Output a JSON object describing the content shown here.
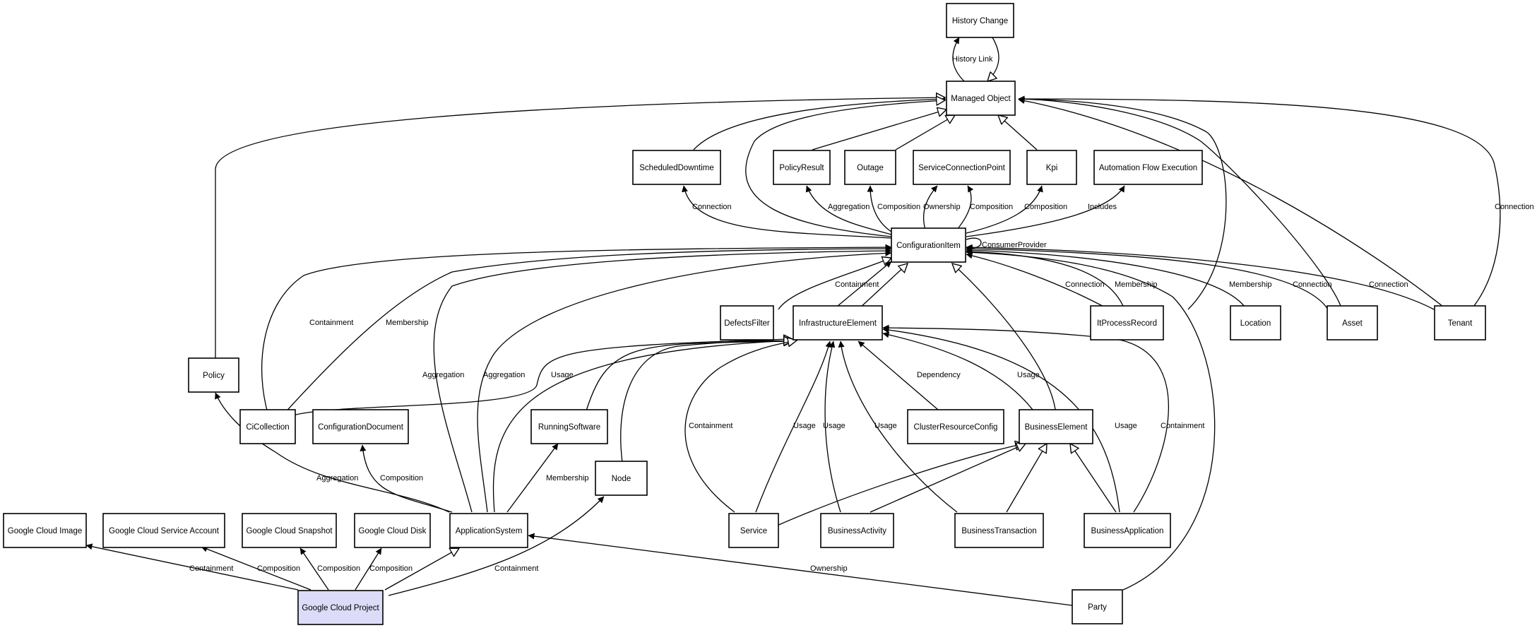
{
  "colors": {
    "node_fill": "#ffffff",
    "highlight_fill": "#dcdcf8",
    "stroke": "#000000"
  },
  "nodes": {
    "history_change": "History Change",
    "managed_object": "Managed Object",
    "scheduled_downtime": "ScheduledDowntime",
    "policy_result": "PolicyResult",
    "outage": "Outage",
    "service_connection_point": "ServiceConnectionPoint",
    "kpi": "Kpi",
    "automation_flow_execution": "Automation Flow Execution",
    "configuration_item": "ConfigurationItem",
    "defects_filter": "DefectsFilter",
    "infrastructure_element": "InfrastructureElement",
    "it_process_record": "ItProcessRecord",
    "location": "Location",
    "asset": "Asset",
    "tenant": "Tenant",
    "policy": "Policy",
    "ci_collection": "CiCollection",
    "configuration_document": "ConfigurationDocument",
    "running_software": "RunningSoftware",
    "cluster_resource_config": "ClusterResourceConfig",
    "business_element": "BusinessElement",
    "node": "Node",
    "google_cloud_image": "Google Cloud Image",
    "google_cloud_service_account": "Google Cloud Service Account",
    "google_cloud_snapshot": "Google Cloud Snapshot",
    "google_cloud_disk": "Google Cloud Disk",
    "application_system": "ApplicationSystem",
    "service": "Service",
    "business_activity": "BusinessActivity",
    "business_transaction": "BusinessTransaction",
    "business_application": "BusinessApplication",
    "google_cloud_project": "Google Cloud Project",
    "party": "Party"
  },
  "edge_labels": {
    "history_link": "History Link",
    "ci_scheduled_downtime": "Connection",
    "ci_policy_result": "Aggregation",
    "ci_outage": "Composition",
    "ci_scp_ownership": "Ownership",
    "ci_scp_composition": "Composition",
    "ci_kpi": "Composition",
    "ci_automation_flow": "Includes",
    "ci_consumer_provider": "ConsumerProvider",
    "tenant_managed_object": "Connection",
    "infra_ci_containment": "Containment",
    "ci_collection_containment": "Containment",
    "ci_collection_membership": "Membership",
    "it_process_connection": "Connection",
    "it_process_membership": "Membership",
    "location_membership": "Membership",
    "asset_connection": "Connection",
    "tenant_connection": "Connection",
    "app_ci_aggregation_1": "Aggregation",
    "app_ci_aggregation_2": "Aggregation",
    "ci_collection_usage": "Usage",
    "cluster_dependency": "Dependency",
    "business_element_usage": "Usage",
    "service_containment": "Containment",
    "service_usage": "Usage",
    "business_activity_usage": "Usage",
    "business_transaction_usage": "Usage",
    "business_application_usage": "Usage",
    "business_application_containment": "Containment",
    "app_policy_aggregation": "Aggregation",
    "app_config_doc_composition": "Composition",
    "app_running_software_membership": "Membership",
    "gcp_image_containment": "Containment",
    "gcp_service_account_composition": "Composition",
    "gcp_snapshot_composition": "Composition",
    "gcp_disk_composition": "Composition",
    "gcp_node_containment": "Containment",
    "party_app_ownership": "Ownership"
  }
}
